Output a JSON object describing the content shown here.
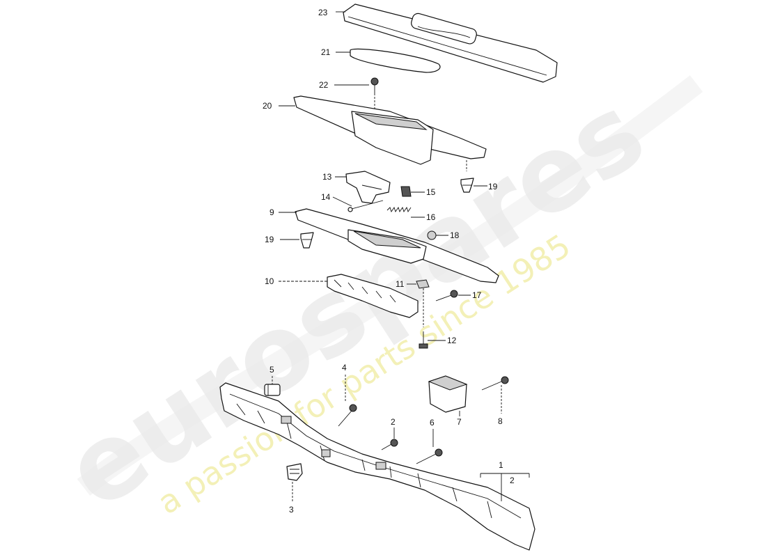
{
  "watermark": {
    "brand": "eurospares",
    "tagline": "a passion for parts since 1985",
    "colors": {
      "brand": "#e4e4e4",
      "tagline": "#f0eca0"
    }
  },
  "diagram": {
    "callouts": {
      "c23": "23",
      "c21": "21",
      "c22": "22",
      "c20": "20",
      "c19a": "19",
      "c13": "13",
      "c15": "15",
      "c14": "14",
      "c16": "16",
      "c9": "9",
      "c18": "18",
      "c19b": "19",
      "c10": "10",
      "c11": "11",
      "c17": "17",
      "c12": "12",
      "c5": "5",
      "c4": "4",
      "c7": "7",
      "c8": "8",
      "c2": "2",
      "c6": "6",
      "c1": "1",
      "c1sub": "2",
      "c3": "3"
    }
  }
}
